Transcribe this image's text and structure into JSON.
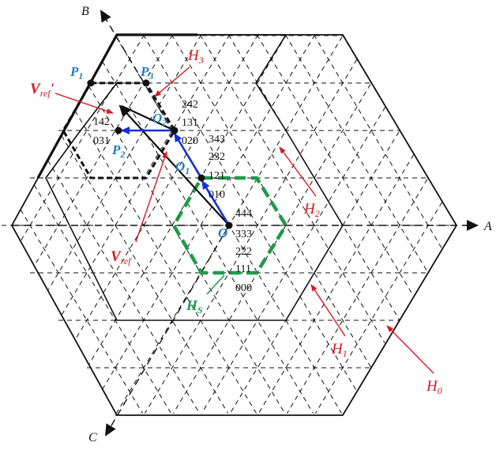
{
  "axes": {
    "a": "A",
    "b": "B",
    "c": "C"
  },
  "points": {
    "origin": "O",
    "o1": {
      "main": "O",
      "sub": "1"
    },
    "o2": {
      "main": "O",
      "sub": "2"
    },
    "p1": {
      "main": "P",
      "sub": "1"
    },
    "p2": {
      "main": "P",
      "sub": "2"
    },
    "p3": {
      "main": "P",
      "sub": "3"
    }
  },
  "vectors": {
    "vref": {
      "main": "V",
      "sub": "ref"
    },
    "vref_prime": {
      "main": "V",
      "sub": "ref",
      "mark": "'"
    }
  },
  "hexagons": {
    "h0": {
      "main": "H",
      "sub": "0"
    },
    "h1": {
      "main": "H",
      "sub": "1"
    },
    "h2": {
      "main": "H",
      "sub": "2"
    },
    "h3": {
      "main": "H",
      "sub": "3"
    },
    "hs": {
      "main": "H",
      "sub": "S"
    }
  },
  "state_labels": {
    "origin": [
      "444",
      "333",
      "222",
      "111",
      "000"
    ],
    "o1": [
      "343",
      "232",
      "121",
      "010"
    ],
    "o2": [
      "242",
      "131",
      "020"
    ],
    "p2": [
      "142",
      "031"
    ]
  },
  "colors": {
    "grid": "#111111",
    "red": "#d71920",
    "blue": "#1530d8",
    "blue_label": "#1e7bc8",
    "green": "#1f9a4a"
  }
}
